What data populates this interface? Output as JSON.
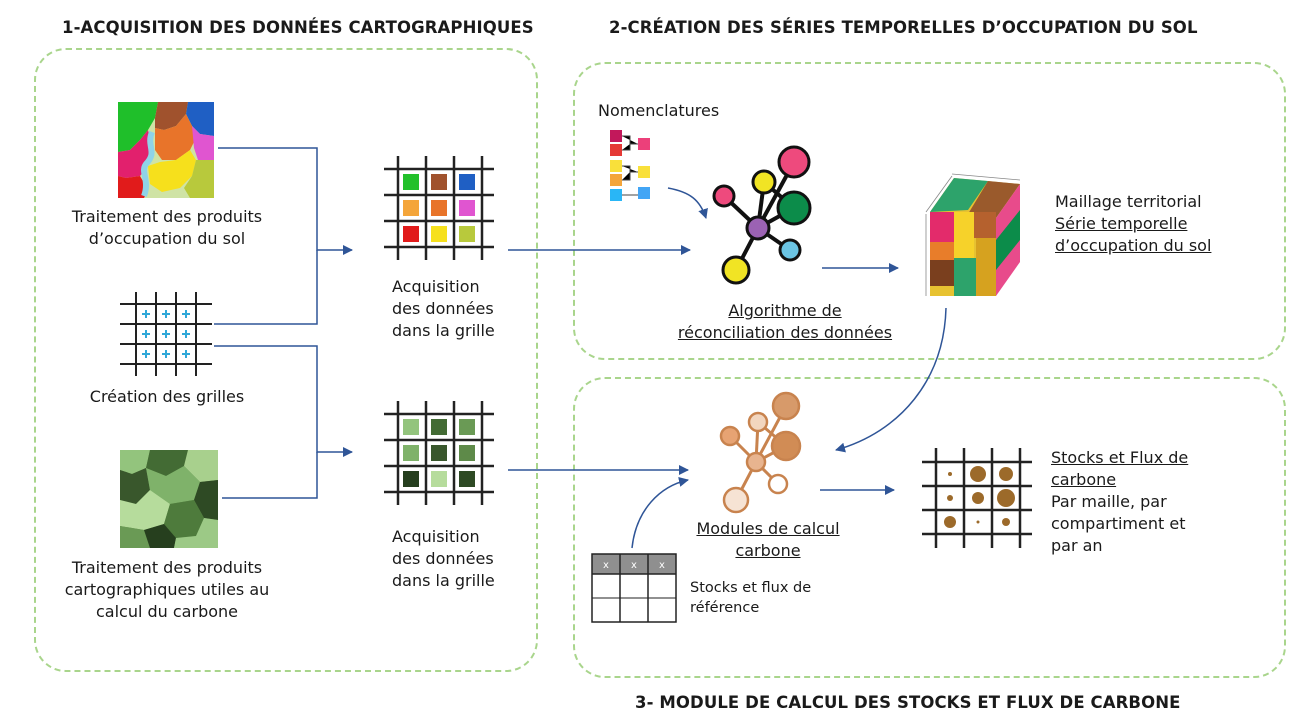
{
  "sections": {
    "s1_title": "1-ACQUISITION DES DONNÉES CARTOGRAPHIQUES",
    "s2_title": "2-CRÉATION DES SÉRIES TEMPORELLES D’OCCUPATION DU SOL",
    "s3_title": "3- MODULE DE CALCUL DES STOCKS ET FLUX DE CARBONE"
  },
  "left": {
    "landcover_l1": "Traitement des produits",
    "landcover_l2": "d’occupation du sol",
    "grid_label": "Création des grilles",
    "carbon_l1": "Traitement des produits",
    "carbon_l2": "cartographiques utiles au",
    "carbon_l3": "calcul du carbone"
  },
  "middle": {
    "acq1_l1": "Acquisition",
    "acq1_l2": "des données",
    "acq1_l3": "dans la grille",
    "acq2_l1": "Acquisition",
    "acq2_l2": "des données",
    "acq2_l3": "dans la grille"
  },
  "section2": {
    "nomenclatures": "Nomenclatures",
    "algo_l1": "Algorithme de",
    "algo_l2": "réconciliation des données",
    "mesh_l1": "Maillage territorial",
    "mesh_l2": "Série temporelle",
    "mesh_l3": "d’occupation du sol"
  },
  "section3": {
    "modules_l1": "Modules de calcul",
    "modules_l2": "carbone",
    "ref_l1": "Stocks et flux de",
    "ref_l2": "référence",
    "table_marks": [
      "x",
      "x",
      "x"
    ],
    "stocks_l1": "Stocks et Flux de",
    "stocks_l2": "carbone",
    "stocks_l3": "Par maille, par",
    "stocks_l4": "compartiment et",
    "stocks_l5": "par an"
  },
  "colors": {
    "panel_border": "#a9d58c",
    "arrow": "#2f5597",
    "network_purple": "#9b62b3",
    "carbon_brown": "#c8834e"
  }
}
